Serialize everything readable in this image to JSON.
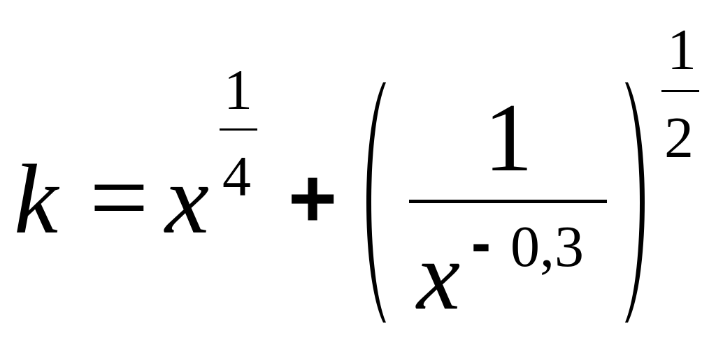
{
  "formula": {
    "lhs_variable": "k",
    "equals_sign": "=",
    "base_variable": "x",
    "exponent_1": {
      "numerator": "1",
      "denominator": "4"
    },
    "plus_sign": "+",
    "fraction": {
      "numerator": "1",
      "denominator_base": "x",
      "denominator_exponent_sign": "-",
      "denominator_exponent_value": "0,3"
    },
    "outer_exponent": {
      "numerator": "1",
      "denominator": "2"
    }
  }
}
